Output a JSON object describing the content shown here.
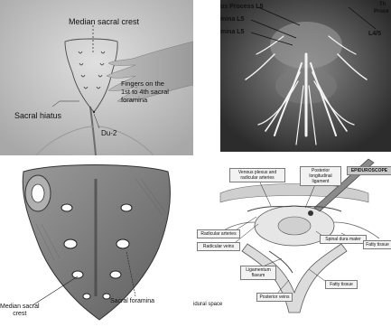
{
  "panel_tl": {
    "labels": {
      "median_crest": "Median sacral crest",
      "fingers": "Fingers on the\n1st to 4th sacral\nforamina",
      "sacral_hiatus": "Sacral hiatus",
      "du2": "Du-2"
    }
  },
  "panel_tr": {
    "labels": {
      "process_l5": "us Process L5",
      "mina_l5": "mina L5",
      "mina_l5_b": "mina L5",
      "l45": "L4/5",
      "corner_top": "Th",
      "corner_mid": "Proce"
    }
  },
  "panel_bl": {
    "labels": {
      "median_crest": "Median sacral\ncrest",
      "sacral_foramina": "Sacral foramina"
    }
  },
  "panel_br": {
    "labels": {
      "venous_plexus": "Venous plexus and radicular arteries",
      "posterior_ligament": "Posterior longitudinal ligament",
      "epiduroscope": "EPIDUROSCOPE",
      "radicular_arteries": "Radicular arteries",
      "radicular_veins": "Radicular veins",
      "spinal_dura": "Spinal dura mater",
      "fatty_tissue_r": "Fatty tissue",
      "ligamentum": "Ligamentum flavum",
      "fatty_tissue_b": "Fatty tissue",
      "posterior_veins": "Posterior veins",
      "epidural_space": "idural space"
    }
  },
  "colors": {
    "skin": "#cfcfcf",
    "xray_bg": "#3a3a3a",
    "bone": "#7a7a7a",
    "epiduroscope_box": "#c9c9c9"
  }
}
